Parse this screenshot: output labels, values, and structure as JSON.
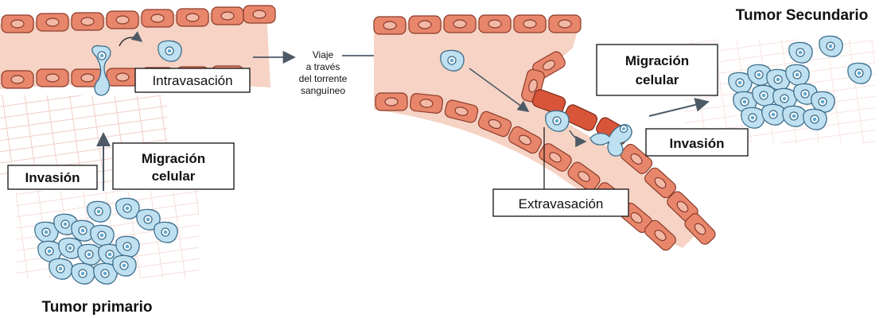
{
  "labels": {
    "intravasacion": "Intravasación",
    "viaje_1": "Viaje",
    "viaje_2": "a través",
    "viaje_3": "del  torrente",
    "viaje_4": "sanguíneo",
    "extravasacion": "Extravasación",
    "migracion_left_1": "Migración",
    "migracion_left_2": "celular",
    "invasion_left": "Invasión",
    "migracion_right_1": "Migración",
    "migracion_right_2": "celular",
    "invasion_right": "Invasión",
    "tumor_primario": "Tumor primario",
    "tumor_secundario": "Tumor Secundario"
  },
  "colors": {
    "vessel_fill": "#f6d3c4",
    "endothelial_cell": "#e8866c",
    "endothelial_cell_dark": "#d8553a",
    "tumor_cell": "#bfe0f0",
    "tumor_nucleus": "#5fa8d0",
    "arrow": "#4d5a66"
  }
}
